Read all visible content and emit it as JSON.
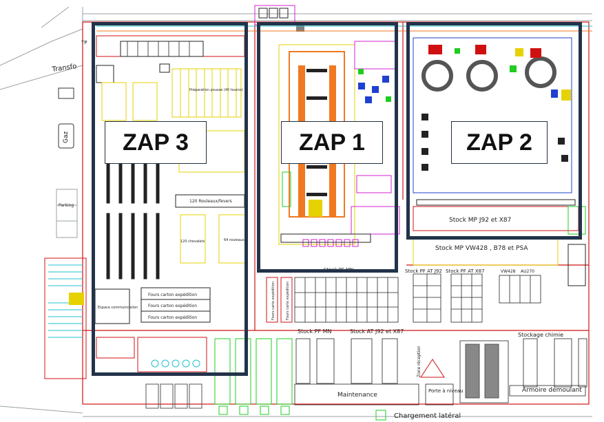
{
  "zones": [
    {
      "label": "ZAP 3"
    },
    {
      "label": "ZAP 1"
    },
    {
      "label": "ZAP 2"
    }
  ],
  "labels": {
    "transfo": "Transfo",
    "parking": "Parking",
    "gaz": "Gaz",
    "preparation": "Préparation pousse (40 tourne)",
    "stock_mp_j92": "Stock MP J92 et X87",
    "stock_mp_vw": "Stock MP VW428 , B78 et PSA",
    "stock_pf_at_j92": "Stock PF AT J92",
    "stock_pf_at_x87": "Stock PF AT X87",
    "vw428": "VW428",
    "au270": "AU270",
    "stock_pf_mn": "Stock PF MN",
    "stock_at_j92": "Stock AT J92 et X87",
    "stockage_chimie": "Stockage chimie",
    "maintenance": "Maintenance",
    "porte_a_niveau": "Porte à niveau",
    "zone_reception": "Zone réception",
    "armoire_demoulant": "Armoire démoulant",
    "chargement_lateral": "Chargement latéral",
    "espace_communication": "Espace communication",
    "fours_carton_1": "Fours carton expédition",
    "fours_carton_2": "Fours carton expédition",
    "fours_carton_3": "Fours carton expédition",
    "fours_carte_1": "Fours carte expédition",
    "fours_carte_2": "Fours carte expédition",
    "stock_pf_mn_top": "Stock PF MN",
    "rouleaux": "120 Rouleaux/fevers",
    "chevalets": "120 chevalets",
    "rouleaux_64": "64 rouleaux",
    "tp": "TP"
  },
  "colors": {
    "frame": "#22334a",
    "yellow": "#e6d200",
    "red": "#d01010",
    "magenta": "#d020d0",
    "green": "#1fcc1f",
    "cyan": "#20c0d0",
    "orange": "#f07820"
  }
}
